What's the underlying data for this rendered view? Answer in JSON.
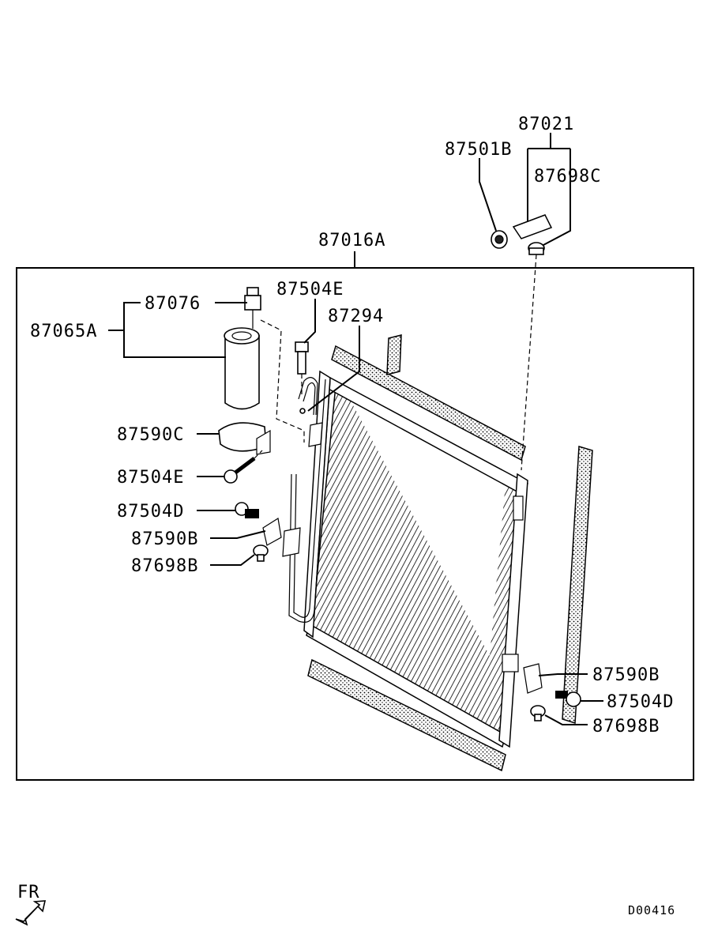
{
  "labels": {
    "p87021": "87021",
    "p87501B": "87501B",
    "p87698C": "87698C",
    "p87016A": "87016A",
    "p87504E_top": "87504E",
    "p87294": "87294",
    "p87076": "87076",
    "p87065A": "87065A",
    "p87590C": "87590C",
    "p87504E_mid": "87504E",
    "p87504D_left": "87504D",
    "p87590B_left": "87590B",
    "p87698B_left": "87698B",
    "p87590B_right": "87590B",
    "p87504D_right": "87504D",
    "p87698B_right": "87698B"
  },
  "direction_label": "FR",
  "diagram_code": "D00416"
}
